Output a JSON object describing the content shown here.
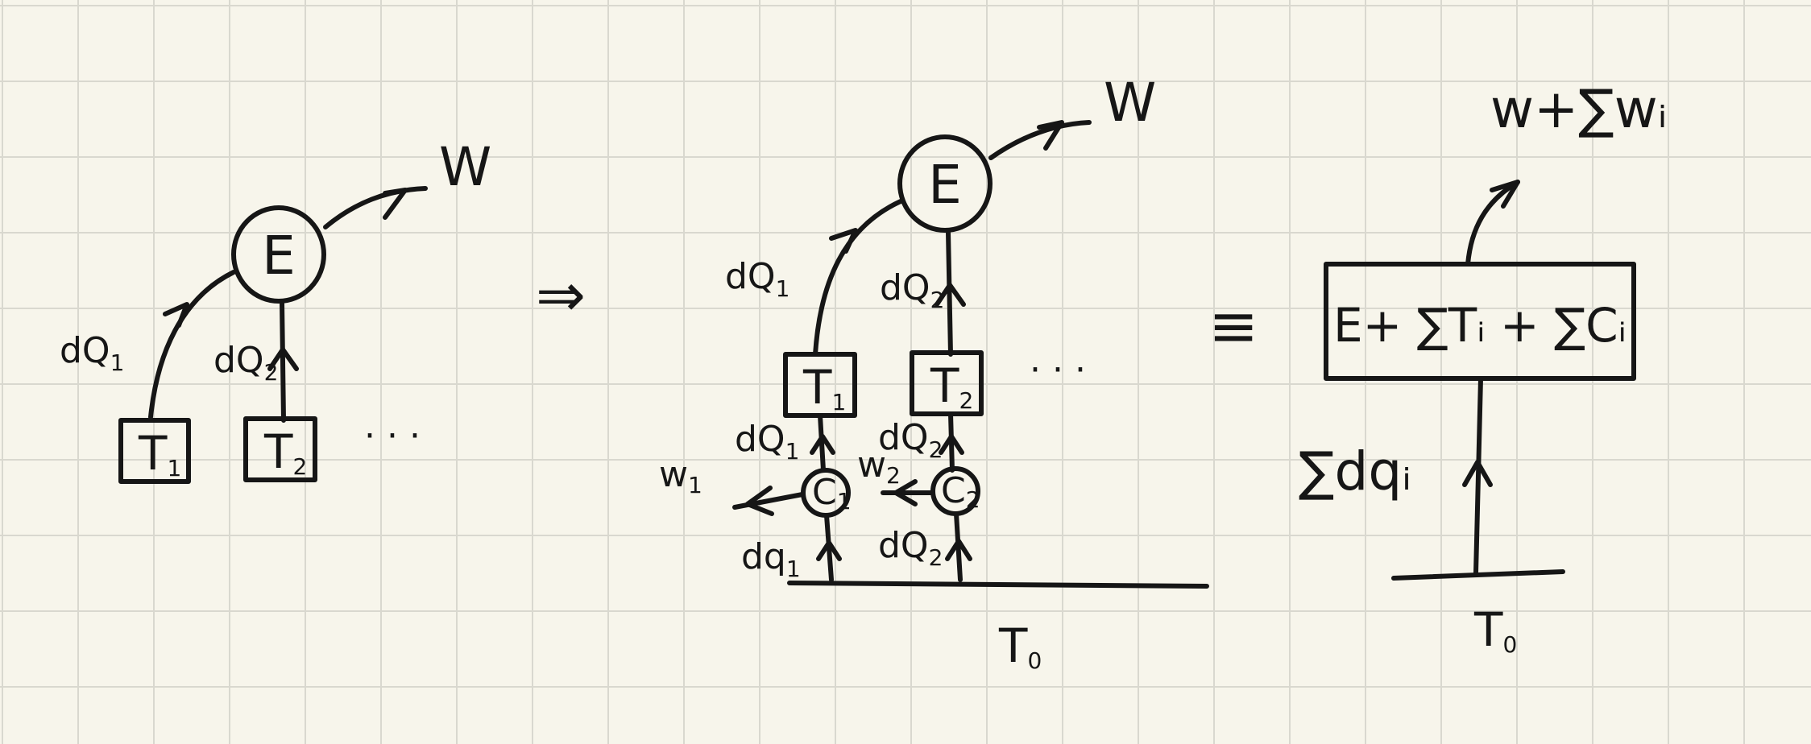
{
  "left": {
    "engine": "E",
    "work": "W",
    "heat1": "dQ",
    "heat1_sub": "1",
    "heat2": "dQ",
    "heat2_sub": "2",
    "reservoir1": "T",
    "reservoir1_sub": "1",
    "reservoir2": "T",
    "reservoir2_sub": "2",
    "ellipsis": "· · ·"
  },
  "implies": "⇒",
  "middle": {
    "engine": "E",
    "work": "W",
    "heat1": "dQ",
    "heat1_sub": "1",
    "heat2": "dQ",
    "heat2_sub": "2",
    "reservoir1": "T",
    "reservoir1_sub": "1",
    "reservoir2": "T",
    "reservoir2_sub": "2",
    "ellipsis": "· · ·",
    "carnot1_heat_out": "dQ",
    "carnot1_heat_out_sub": "1",
    "carnot2_heat_out": "dQ",
    "carnot2_heat_out_sub": "2",
    "carnot1": "C",
    "carnot1_sub": "1",
    "carnot2": "C",
    "carnot2_sub": "2",
    "carnot1_work": "w",
    "carnot1_work_sub": "1",
    "carnot2_work": "w",
    "carnot2_work_sub": "2",
    "carnot1_heat_in": "dq",
    "carnot1_heat_in_sub": "1",
    "carnot2_heat_in": "dQ",
    "carnot2_heat_in_sub": "2",
    "bath": "T",
    "bath_sub": "0"
  },
  "equiv": "≡",
  "right": {
    "composite": "E+ ∑Tᵢ + ∑Cᵢ",
    "work": "w+∑wᵢ",
    "heat": "∑dqᵢ",
    "bath": "T",
    "bath_sub": "0"
  }
}
